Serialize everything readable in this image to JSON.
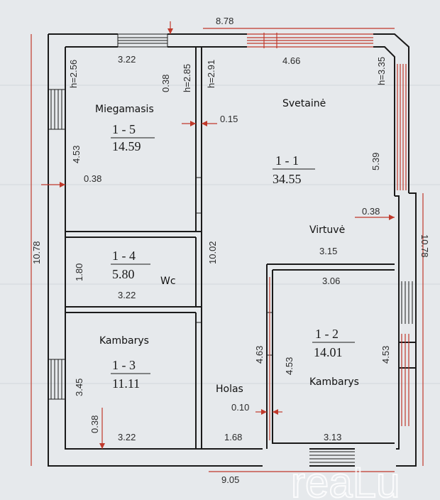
{
  "dimensions": {
    "top_total": "8.78",
    "bottom_total": "9.05",
    "left_total": "10.78",
    "right_total": "10.78",
    "bedroom_top": "3.22",
    "bedroom_h": "h=2.56",
    "bedroom_side": "4.53",
    "bedroom_wall": "0.38",
    "wall_top_a": "0.38",
    "h_285": "h=2.85",
    "h_291": "h=2.91",
    "h_335": "h=3.35",
    "living_top": "4.66",
    "living_side": "5.39",
    "partition_015": "0.15",
    "corridor_len": "10.02",
    "kitchen_wall": "0.38",
    "kitchen_w": "3.15",
    "wc_h": "1.80",
    "wc_w": "3.22",
    "room2_top": "3.06",
    "room2_left": "4.53",
    "room2_right": "4.53",
    "room2_bottom": "3.13",
    "hall_side": "4.63",
    "hall_010": "0.10",
    "hall_bottom": "1.68",
    "room3_h": "3.45",
    "room3_wall": "0.38",
    "room3_bottom": "3.22"
  },
  "rooms": {
    "miegamasis": {
      "name": "Miegamasis",
      "id": "1 - 5",
      "area": "14.59"
    },
    "svetaine": {
      "name": "Svetainė",
      "id": "1 - 1",
      "area": "34.55"
    },
    "virtuve": {
      "name": "Virtuvė"
    },
    "wc": {
      "name": "Wc",
      "id": "1 - 4",
      "area": "5.80"
    },
    "kambarys2": {
      "name": "Kambarys",
      "id": "1 - 2",
      "area": "14.01"
    },
    "kambarys3": {
      "name": "Kambarys",
      "id": "1 - 3",
      "area": "11.11"
    },
    "holas": {
      "name": "Holas"
    }
  },
  "watermark": "reaLu",
  "colors": {
    "paper": "#e6e9ec",
    "ink": "#1a1a1a",
    "dimension_red": "#c0392b"
  }
}
